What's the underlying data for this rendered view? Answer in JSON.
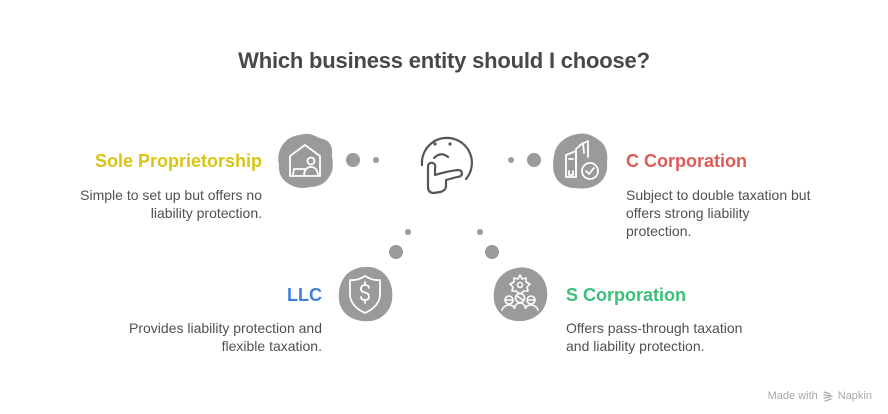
{
  "title": "Which business entity should I choose?",
  "center": {
    "icon": "thinking-face-icon"
  },
  "options": [
    {
      "id": "sole-proprietorship",
      "heading": "Sole Proprietorship",
      "description_lines": [
        "Simple to set up but offers no",
        "liability protection."
      ],
      "color": "#d9c416",
      "icon": "home-office-icon",
      "position": "top-left"
    },
    {
      "id": "c-corporation",
      "heading": "C Corporation",
      "description_lines": [
        "Subject to double taxation but",
        "offers strong liability",
        "protection."
      ],
      "color": "#e05a55",
      "icon": "buildings-check-icon",
      "position": "top-right"
    },
    {
      "id": "llc",
      "heading": "LLC",
      "description_lines": [
        "Provides liability protection and",
        "flexible taxation."
      ],
      "color": "#3f7fd8",
      "icon": "shield-dollar-icon",
      "position": "bottom-left"
    },
    {
      "id": "s-corporation",
      "heading": "S Corporation",
      "description_lines": [
        "Offers pass-through taxation",
        "and liability protection."
      ],
      "color": "#3bbf7a",
      "icon": "team-gear-icon",
      "position": "bottom-right"
    }
  ],
  "colors": {
    "title": "#484848",
    "blob": "#9a9a9a",
    "connector_dots": "#9a9a9a",
    "text": "#505050"
  },
  "footer": {
    "prefix": "Made with",
    "brand": "Napkin"
  }
}
